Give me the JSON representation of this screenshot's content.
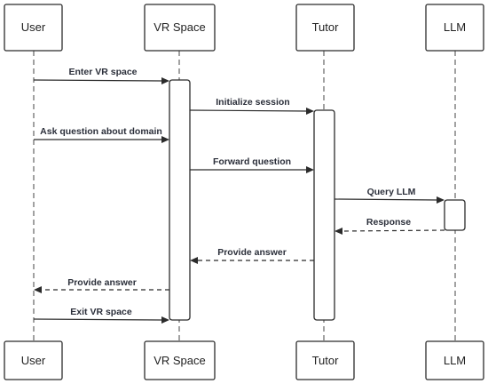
{
  "participants": [
    {
      "id": "user",
      "label": "User"
    },
    {
      "id": "vr",
      "label": "VR Space"
    },
    {
      "id": "tutor",
      "label": "Tutor"
    },
    {
      "id": "llm",
      "label": "LLM"
    }
  ],
  "messages": [
    {
      "from": "user",
      "to": "vr",
      "label": "Enter VR space",
      "style": "solid"
    },
    {
      "from": "vr",
      "to": "tutor",
      "label": "Initialize session",
      "style": "solid"
    },
    {
      "from": "user",
      "to": "vr",
      "label": "Ask question about domain",
      "style": "solid"
    },
    {
      "from": "vr",
      "to": "tutor",
      "label": "Forward question",
      "style": "solid"
    },
    {
      "from": "tutor",
      "to": "llm",
      "label": "Query LLM",
      "style": "solid"
    },
    {
      "from": "llm",
      "to": "tutor",
      "label": "Response",
      "style": "dashed"
    },
    {
      "from": "tutor",
      "to": "vr",
      "label": "Provide answer",
      "style": "dashed"
    },
    {
      "from": "vr",
      "to": "user",
      "label": "Provide answer",
      "style": "dashed"
    },
    {
      "from": "user",
      "to": "vr",
      "label": "Exit VR space",
      "style": "solid"
    }
  ]
}
